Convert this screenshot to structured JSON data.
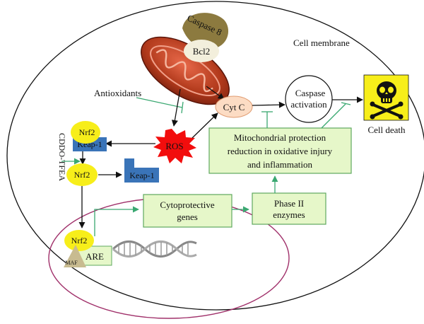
{
  "labels": {
    "cell_membrane": "Cell membrane",
    "caspase8": "Caspase 8",
    "bcl2": "Bcl2",
    "antioxidants": "Antioxidants",
    "cytc": "Cyt C",
    "caspase_activation_line1": "Caspase",
    "caspase_activation_line2": "activation",
    "cell_death": "Cell death",
    "nrf2_top": "Nrf2",
    "keap1_top": "Keap-1",
    "ros": "ROS",
    "mito_protection_line1": "Mitochondrial protection",
    "mito_protection_line2": "reduction in oxidative injury",
    "mito_protection_line3": "and inflammation",
    "cddo_tfea": "CDDO-TFEA",
    "nrf2_mid": "Nrf2",
    "keap1_mid": "Keap-1",
    "cytoprotective_line1": "Cytoprotective",
    "cytoprotective_line2": "genes",
    "phase2_line1": "Phase II",
    "phase2_line2": "enzymes",
    "nrf2_bottom": "Nrf2",
    "maf": "MAF",
    "are": "ARE"
  },
  "colors": {
    "outline": "#111111",
    "nucleus_outline": "#a0306a",
    "green_box_fill": "#e6f7c9",
    "green_box_stroke": "#5fa85f",
    "green_arrow": "#3aa871",
    "yellow": "#f7ee1a",
    "blue": "#3a74b8",
    "ros_red": "#f20d0d",
    "cytc_fill": "#fcdcc4",
    "cytc_stroke": "#e09b70",
    "caspase8_fill": "#8c7a3f",
    "bcl2_fill": "#f3efdc",
    "mito_red": "#b23a1c",
    "maf_fill": "#c8bb90"
  },
  "icons": [
    "mitochondrion-icon",
    "skull-crossbones-icon",
    "dna-helix-icon",
    "ros-starburst-icon"
  ]
}
